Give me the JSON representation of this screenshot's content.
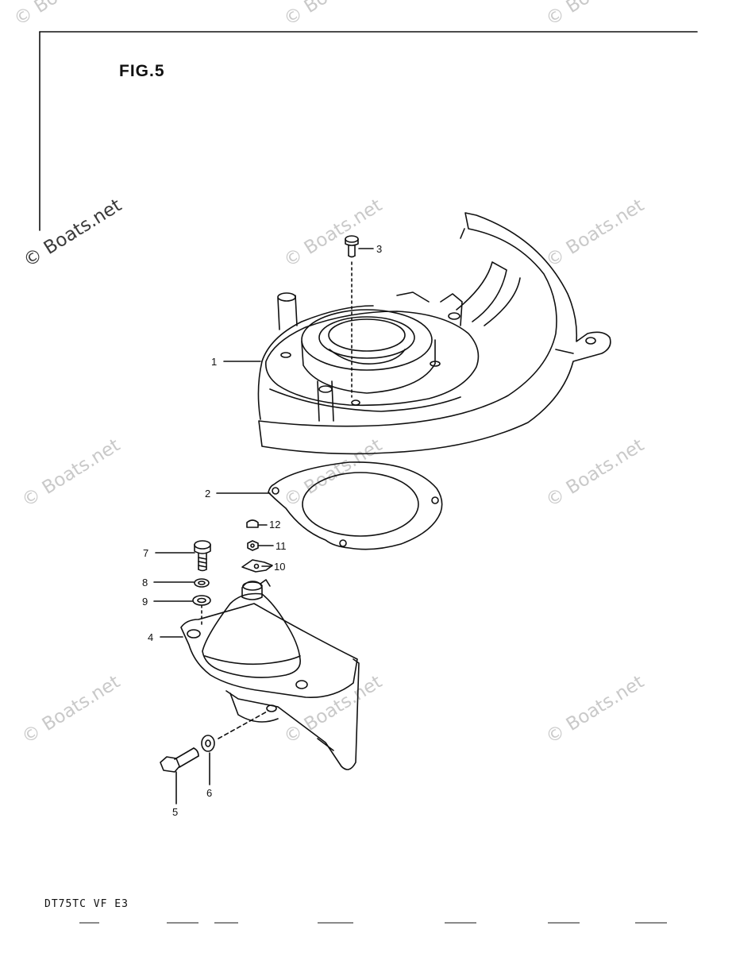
{
  "figure": {
    "title": "FIG.5",
    "footer_code": "DT75TC VF E3"
  },
  "watermark": {
    "text": "© Boats.net"
  },
  "callouts": [
    {
      "id": "1",
      "label": "1"
    },
    {
      "id": "2",
      "label": "2"
    },
    {
      "id": "3",
      "label": "3"
    },
    {
      "id": "4",
      "label": "4"
    },
    {
      "id": "5",
      "label": "5"
    },
    {
      "id": "6",
      "label": "6"
    },
    {
      "id": "7",
      "label": "7"
    },
    {
      "id": "8",
      "label": "8"
    },
    {
      "id": "9",
      "label": "9"
    },
    {
      "id": "10",
      "label": "10"
    },
    {
      "id": "11",
      "label": "11"
    },
    {
      "id": "12",
      "label": "12"
    }
  ],
  "colors": {
    "line": "#111111",
    "watermark": "#c9c9c9"
  }
}
